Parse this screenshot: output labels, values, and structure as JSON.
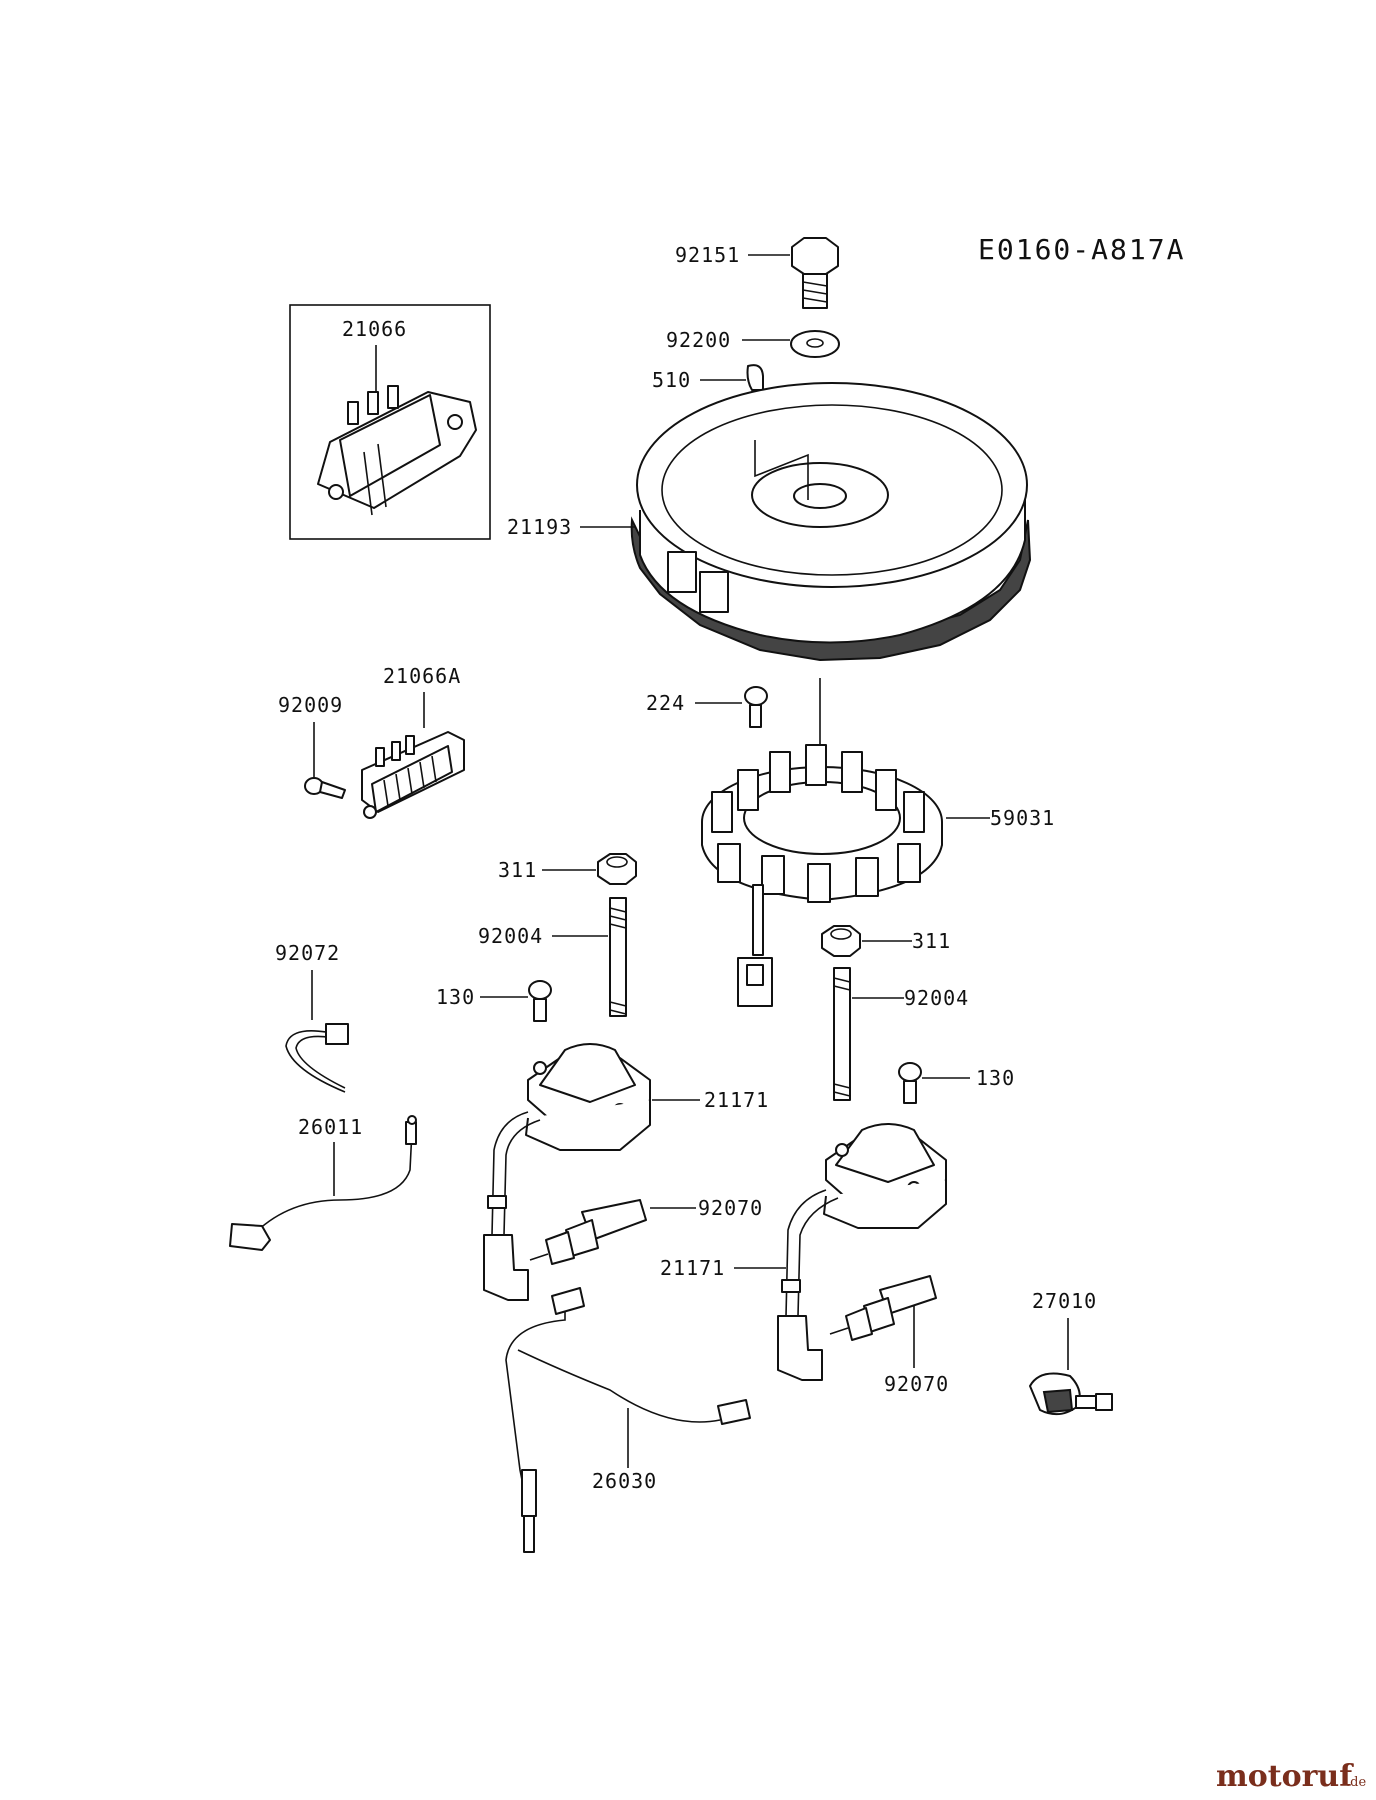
{
  "diagram_code": "E0160-A817A",
  "watermark": {
    "text": "motoruf",
    "suffix": ".de"
  },
  "parts": {
    "p92151": "92151",
    "p92200": "92200",
    "p510": "510",
    "p21066": "21066",
    "p21193": "21193",
    "p21066A": "21066A",
    "p92009": "92009",
    "p224": "224",
    "p59031": "59031",
    "p311a": "311",
    "p92004a": "92004",
    "p130a": "130",
    "p92072": "92072",
    "p311b": "311",
    "p92004b": "92004",
    "p130b": "130",
    "p21171a": "21171",
    "p26011": "26011",
    "p92070a": "92070",
    "p21171b": "21171",
    "p27010": "27010",
    "p92070b": "92070",
    "p26030": "26030"
  }
}
